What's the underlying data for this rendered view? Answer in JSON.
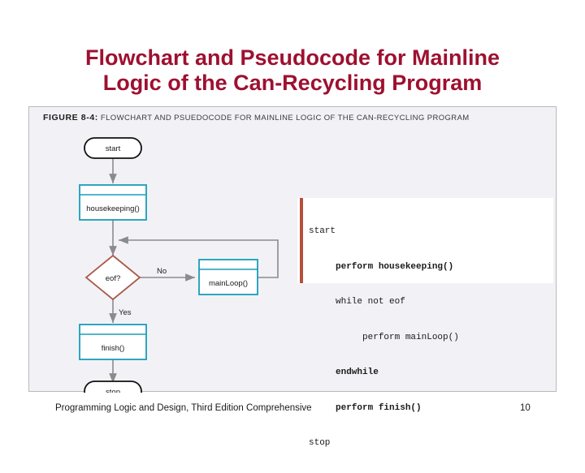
{
  "slide": {
    "title_line1": "Flowchart and Pseudocode for Mainline",
    "title_line2": "Logic of the Can-Recycling Program",
    "title_color": "#9e1030"
  },
  "figure": {
    "caption_label": "FIGURE 8-4:",
    "caption_text": "FLOWCHART AND PSUEDOCODE FOR MAINLINE LOGIC OF  THE CAN-RECYCLING PROGRAM",
    "panel_background": "#f2f2f6",
    "panel_border": "#b8b8be"
  },
  "flowchart": {
    "colors": {
      "terminator_stroke": "#111111",
      "process_stroke": "#189dba",
      "decision_stroke": "#a8594a",
      "connector": "#8a8a8f"
    },
    "nodes": [
      {
        "id": "start",
        "type": "terminator",
        "label": "start"
      },
      {
        "id": "housekeeping",
        "type": "predefined-process",
        "label": "housekeeping()"
      },
      {
        "id": "eof",
        "type": "decision",
        "label": "eof?"
      },
      {
        "id": "mainloop",
        "type": "predefined-process",
        "label": "mainLoop()"
      },
      {
        "id": "finish",
        "type": "predefined-process",
        "label": "finish()"
      },
      {
        "id": "stop",
        "type": "terminator",
        "label": "stop"
      }
    ],
    "branch_labels": {
      "no": "No",
      "yes": "Yes"
    }
  },
  "pseudocode": {
    "bar_color": "#b5503c",
    "lines": [
      {
        "text": "start",
        "bold": false
      },
      {
        "text": "     perform housekeeping()",
        "bold": true
      },
      {
        "text": "     while not eof",
        "bold": false
      },
      {
        "text": "          perform mainLoop()",
        "bold": false
      },
      {
        "text": "     endwhile",
        "bold": true
      },
      {
        "text": "     perform finish()",
        "bold": true
      },
      {
        "text": "stop",
        "bold": false
      }
    ]
  },
  "footer": {
    "text": "Programming Logic and Design, Third Edition Comprehensive",
    "page_number": "10"
  }
}
